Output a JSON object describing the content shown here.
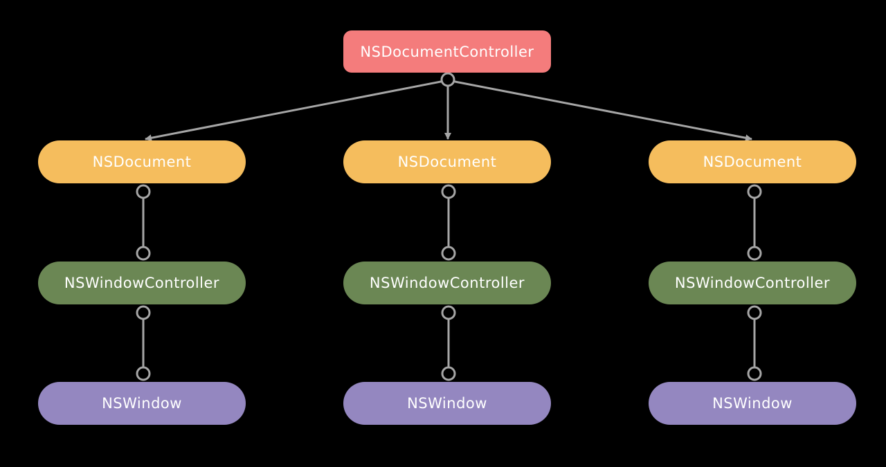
{
  "diagram": {
    "root": {
      "label": "NSDocumentController",
      "color": "#f47c7c"
    },
    "columns": [
      {
        "document": "NSDocument",
        "window_controller": "NSWindowController",
        "window": "NSWindow"
      },
      {
        "document": "NSDocument",
        "window_controller": "NSWindowController",
        "window": "NSWindow"
      },
      {
        "document": "NSDocument",
        "window_controller": "NSWindowController",
        "window": "NSWindow"
      }
    ],
    "colors": {
      "background": "#000000",
      "document": "#f5bd5d",
      "window_controller": "#6b8754",
      "window": "#9487c0",
      "connector": "#a6a6a6"
    }
  }
}
